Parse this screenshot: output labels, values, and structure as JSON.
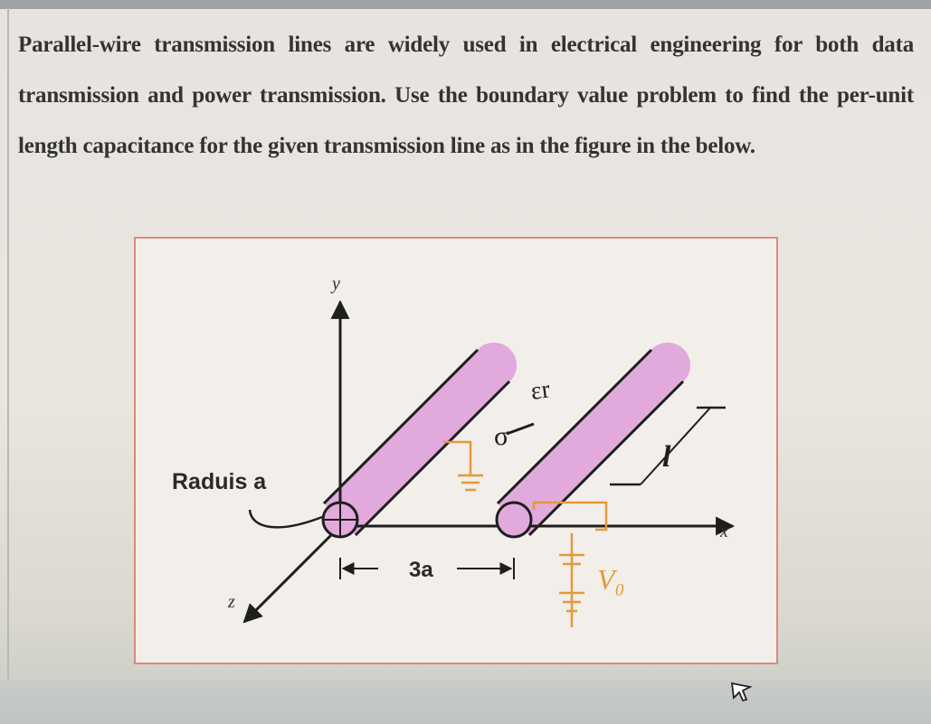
{
  "problem": {
    "text": "Parallel-wire transmission lines are widely used in electrical engineering for both data transmission and power transmission. Use the boundary value problem to find the per-unit length capacitance for the given transmission line as in the figure in the below."
  },
  "figure": {
    "axis_y": "y",
    "axis_x": "x",
    "axis_z": "z",
    "radius_label": "Raduis a",
    "spacing_label": "3a",
    "handwritten_epsilon": "εr",
    "handwritten_sigma": "σ",
    "handwritten_length": "l",
    "handwritten_voltage": "V₀",
    "colors": {
      "wire_fill": "#e2a9dd",
      "box_border": "#d98a7c",
      "ink": "#1e1e1e",
      "handwriting": "#e29a3a"
    }
  }
}
